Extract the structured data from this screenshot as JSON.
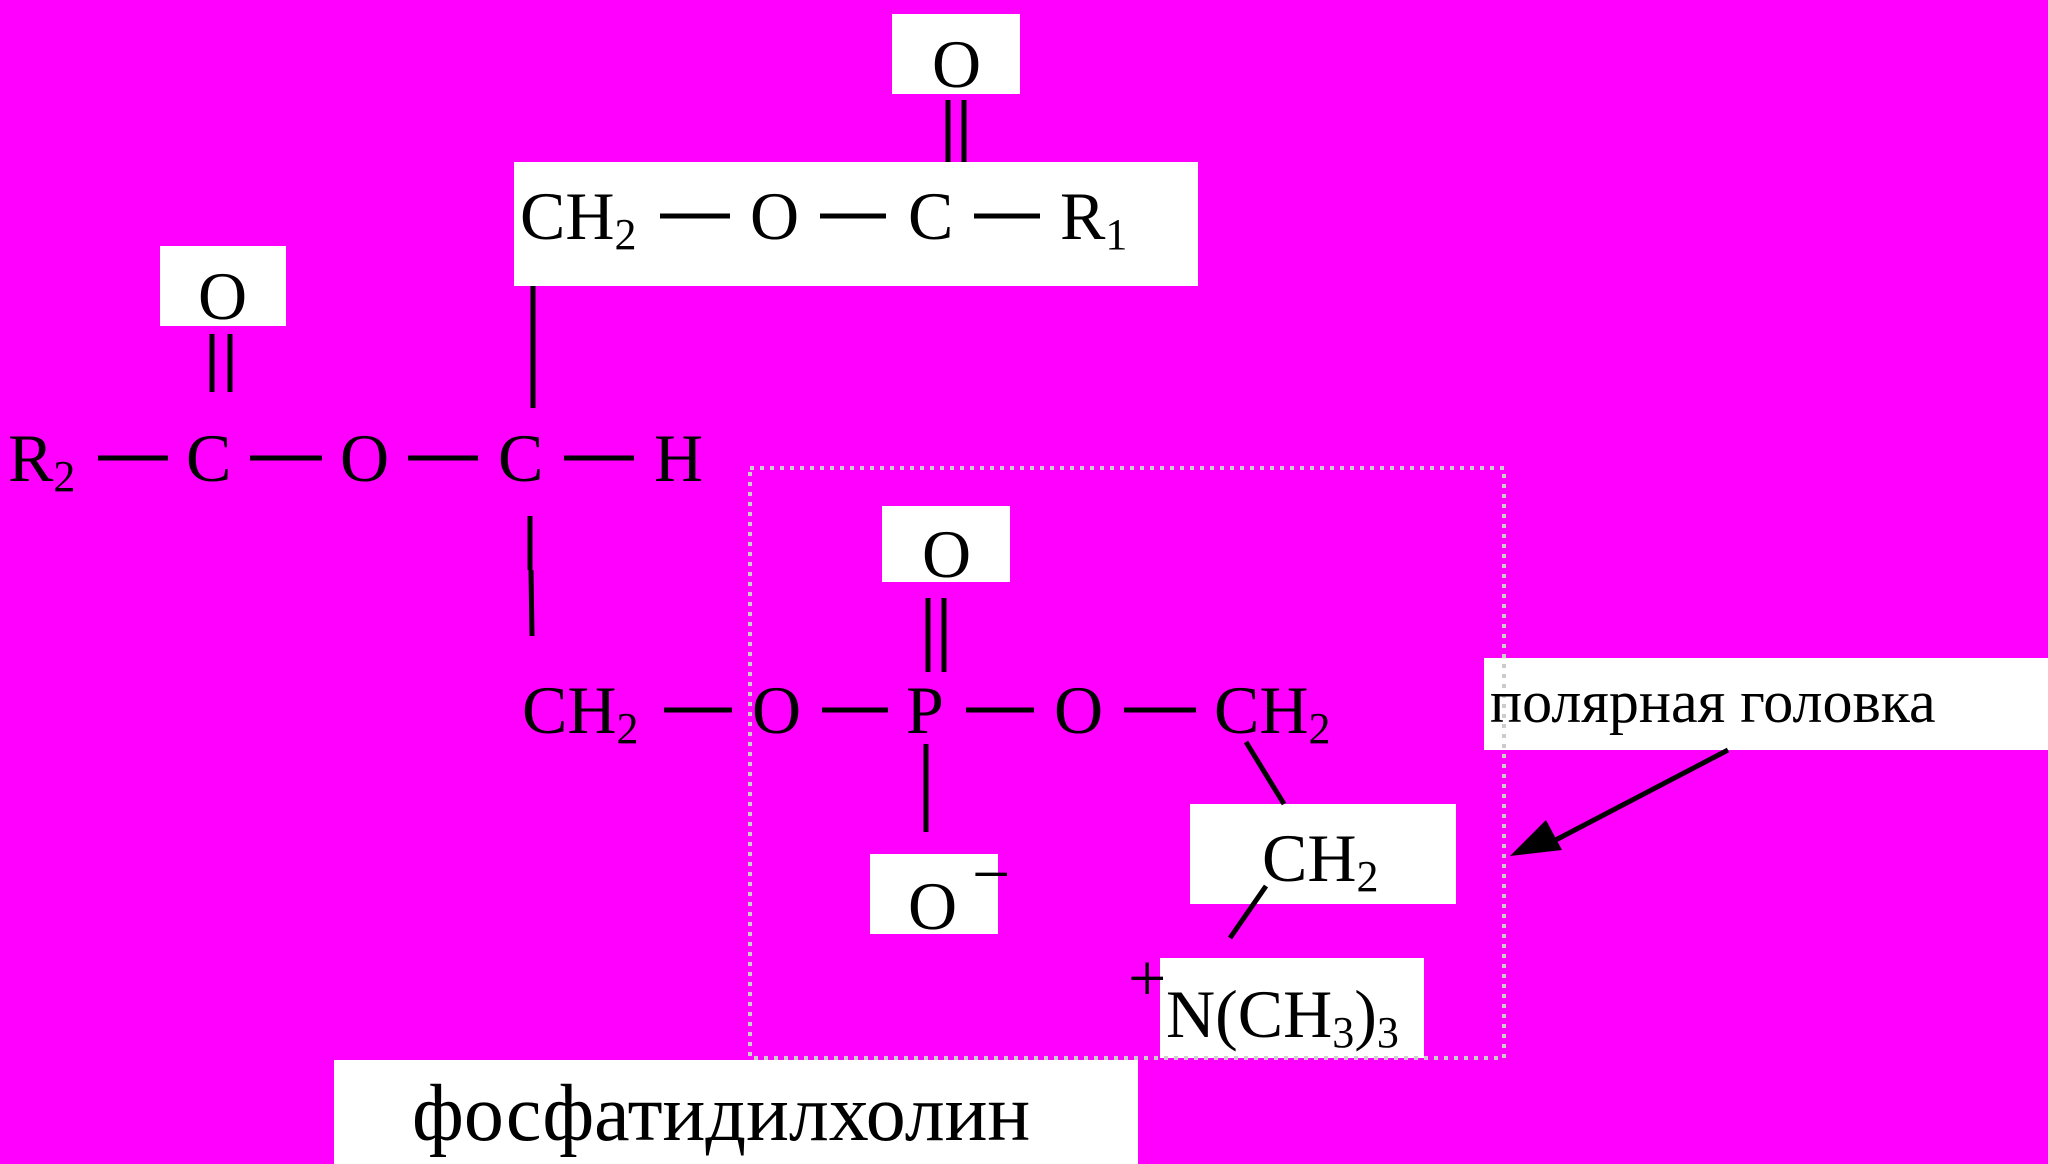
{
  "atoms": {
    "o_top": "O",
    "ch2_top": "CH",
    "ch2_top_sub": "2",
    "o_ester1": "O",
    "c_carbonyl1": "C",
    "r1": "R",
    "r1_sub": "1",
    "o_left": "O",
    "r2": "R",
    "r2_sub": "2",
    "c_carbonyl2": "C",
    "o_ester2": "O",
    "c_center": "C",
    "h": "H",
    "o_phos": "O",
    "ch2_mid": "CH",
    "ch2_mid_sub": "2",
    "o_bridge1": "O",
    "p": "P",
    "o_bridge2": "O",
    "ch2_right": "CH",
    "ch2_right_sub": "2",
    "ch2_lower": "CH",
    "ch2_lower_sub": "2",
    "o_minus": "O",
    "minus_sign": "−",
    "plus_sign": "+",
    "n_group": "N(CH",
    "n_group_sub": "3",
    "n_group_close": ")",
    "n_group_sub2": "3"
  },
  "labels": {
    "polar_head": "полярная головка",
    "title": "фосфатидилхолин"
  },
  "colors": {
    "background": "#ff00ff",
    "label_box": "#ffffff",
    "text": "#000000",
    "dotted_border": "#cccccc"
  }
}
